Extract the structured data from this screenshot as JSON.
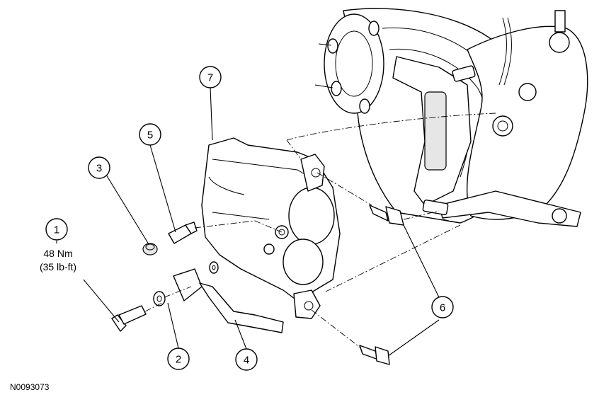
{
  "callouts": {
    "c1": "1",
    "c2": "2",
    "c3": "3",
    "c4": "4",
    "c5": "5",
    "c6": "6",
    "c7": "7"
  },
  "torque": {
    "metric": "48 Nm",
    "imperial": "(35 lb-ft)"
  },
  "figure_id": "N0093073"
}
